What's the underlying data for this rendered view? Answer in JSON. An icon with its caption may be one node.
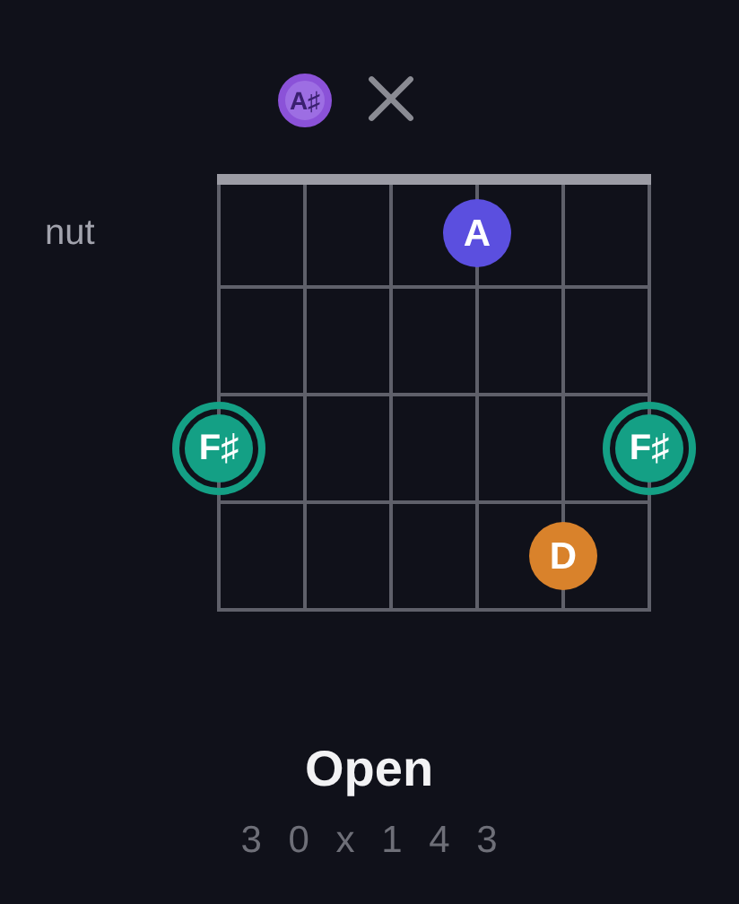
{
  "diagram": {
    "caption": "Open",
    "nodes": [
      {
        "text": [
          "A♯"
        ]
      },
      {
        "text": [],
        "shape": "cross"
      },
      {
        "text": [
          "A"
        ]
      },
      {
        "text": [
          "F♯"
        ]
      },
      {
        "text": [
          "F♯"
        ]
      },
      {
        "text": [
          "D"
        ]
      }
    ],
    "labels": [
      "nut",
      "3 0 x 1 4 3"
    ]
  }
}
